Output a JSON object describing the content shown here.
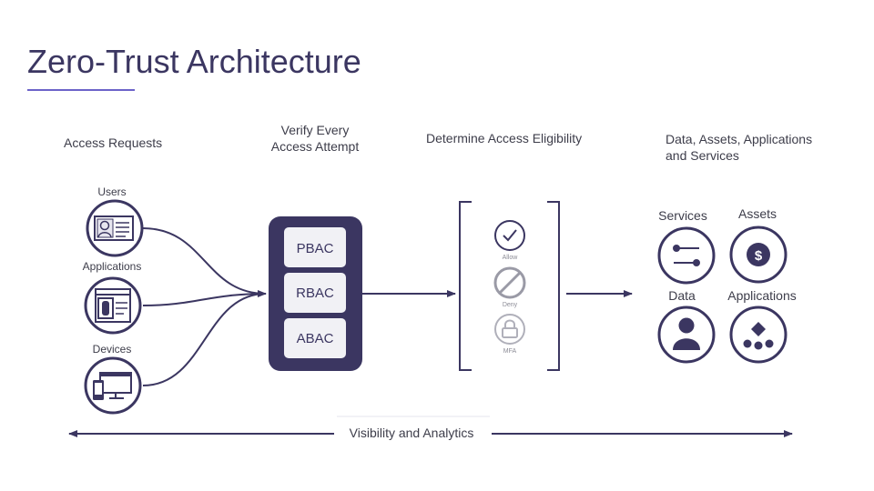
{
  "title": "Zero-Trust Architecture",
  "stages": {
    "requests": "Access Requests",
    "verify_line1": "Verify Every",
    "verify_line2": "Access Attempt",
    "eligibility": "Determine Access Eligibility",
    "resources_line1": "Data, Assets, Applications",
    "resources_line2": "and Services"
  },
  "sources": {
    "users": "Users",
    "applications": "Applications",
    "devices": "Devices"
  },
  "policies": [
    "PBAC",
    "RBAC",
    "ABAC"
  ],
  "decisions": {
    "allow": "Allow",
    "deny": "Deny",
    "mfa": "MFA"
  },
  "resources": {
    "services": "Services",
    "assets": "Assets",
    "data": "Data",
    "applications": "Applications",
    "asset_symbol": "$"
  },
  "footer": "Visibility and Analytics",
  "colors": {
    "primary": "#3b3661",
    "accent_line": "#6c63c9",
    "text": "#3d3d4a",
    "muted": "#9a9aa6"
  }
}
